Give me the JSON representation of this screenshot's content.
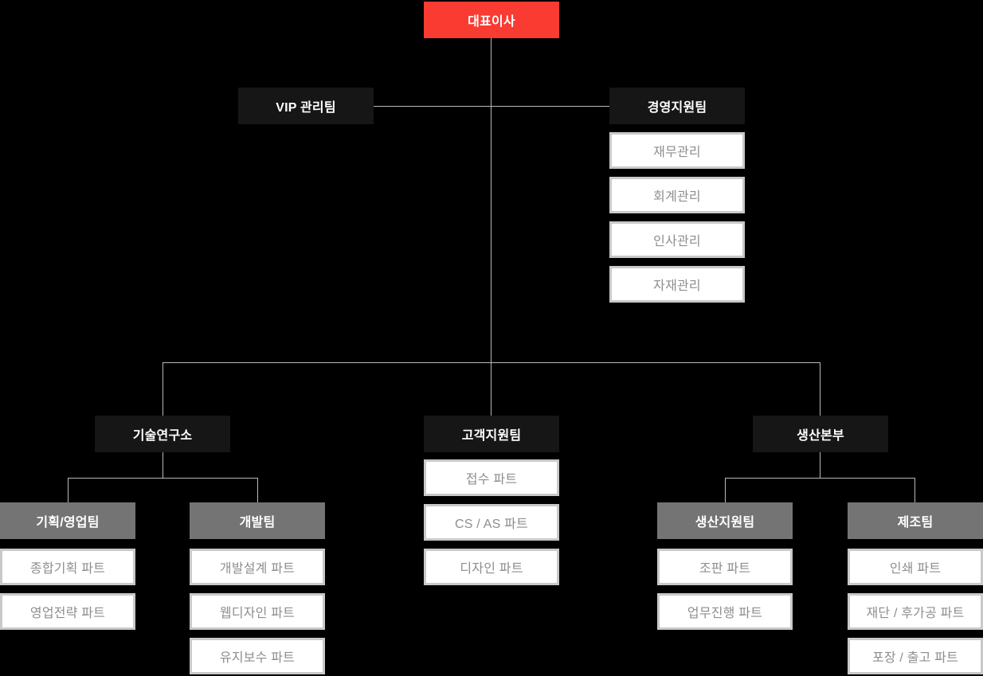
{
  "colors": {
    "background": "#000000",
    "ceo_box": "#f93b32",
    "dept_box": "#161616",
    "team_box": "#747474",
    "part_box_bg": "#ffffff",
    "part_box_border": "#c9c9c9",
    "part_text": "#8e8e8e",
    "node_text": "#ffffff",
    "line": "#b9b9b9"
  },
  "org": {
    "ceo": {
      "label": "대표이사"
    },
    "staff_row": {
      "vip": {
        "label": "VIP 관리팀"
      },
      "management": {
        "label": "경영지원팀",
        "children": [
          "재무관리",
          "회계관리",
          "인사관리",
          "자재관리"
        ]
      }
    },
    "divisions": {
      "rnd": {
        "label": "기술연구소",
        "teams": {
          "planning": {
            "label": "기획/영업팀",
            "parts": [
              "종합기획 파트",
              "영업전략 파트"
            ]
          },
          "dev": {
            "label": "개발팀",
            "parts": [
              "개발설계 파트",
              "웹디자인 파트",
              "유지보수 파트"
            ]
          }
        }
      },
      "customer": {
        "label": "고객지원팀",
        "parts": [
          "접수 파트",
          "CS / AS 파트",
          "디자인 파트"
        ]
      },
      "production": {
        "label": "생산본부",
        "teams": {
          "support": {
            "label": "생산지원팀",
            "parts": [
              "조판 파트",
              "업무진행 파트"
            ]
          },
          "manufacturing": {
            "label": "제조팀",
            "parts": [
              "인쇄 파트",
              "재단 / 후가공 파트",
              "포장 / 출고 파트"
            ]
          }
        }
      }
    }
  }
}
